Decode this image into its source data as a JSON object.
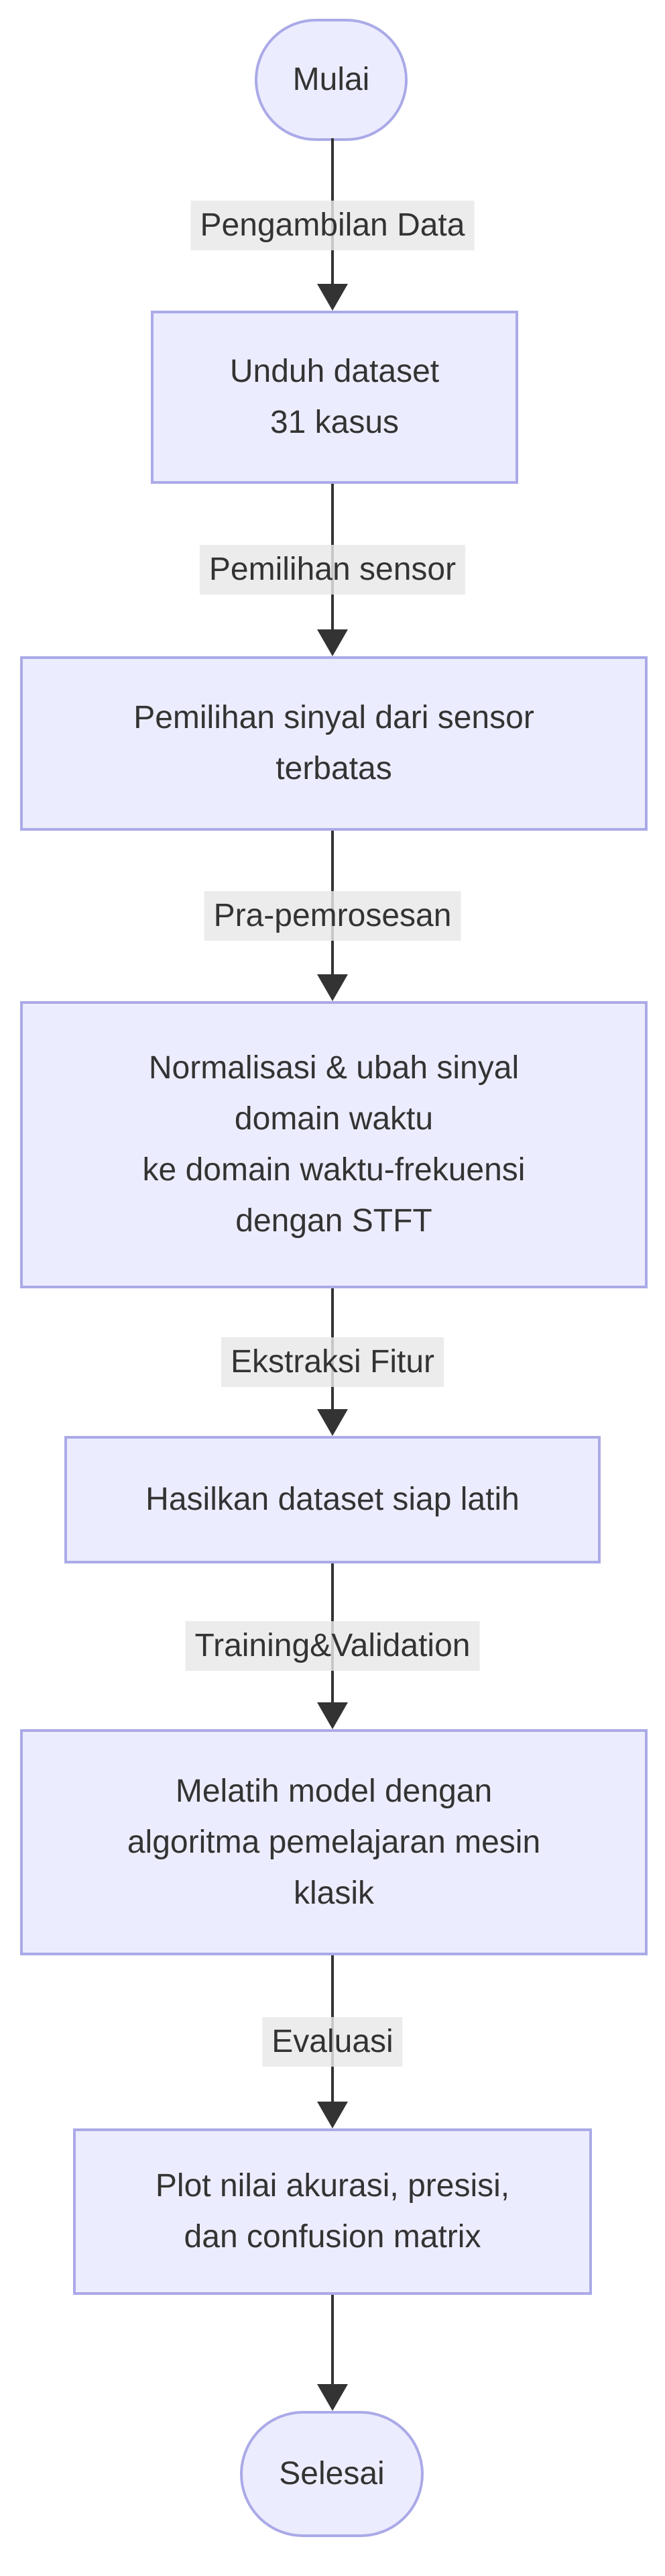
{
  "colors": {
    "node_fill": "#ECECFF",
    "node_border": "#AAAAE8",
    "arrow": "#333333",
    "edge_label_bg": "#E8E8E8",
    "text": "#333333",
    "background": "#FFFFFF"
  },
  "flowchart": {
    "type": "flowchart-top-down",
    "start": {
      "label": "Mulai"
    },
    "end": {
      "label": "Selesai"
    },
    "steps": {
      "download": {
        "lines": [
          "Unduh dataset",
          "31 kasus"
        ]
      },
      "sensor_select": {
        "lines": [
          "Pemilihan sinyal dari sensor",
          "terbatas"
        ]
      },
      "preprocess": {
        "lines": [
          "Normalisasi & ubah sinyal",
          "domain waktu",
          "ke domain waktu-frekuensi",
          "dengan STFT"
        ]
      },
      "feature": {
        "lines": [
          "Hasilkan dataset siap latih"
        ]
      },
      "train": {
        "lines": [
          "Melatih model dengan",
          "algoritma pemelajaran mesin",
          "klasik"
        ]
      },
      "plot": {
        "lines": [
          "Plot nilai akurasi, presisi,",
          "dan confusion matrix"
        ]
      }
    },
    "edge_labels": {
      "pengambilan_data": "Pengambilan Data",
      "pemilihan_sensor": "Pemilihan sensor",
      "pra_pemrosesan": "Pra-pemrosesan",
      "ekstraksi_fitur": "Ekstraksi Fitur",
      "training_validation": "Training&Validation",
      "evaluasi": "Evaluasi"
    }
  }
}
